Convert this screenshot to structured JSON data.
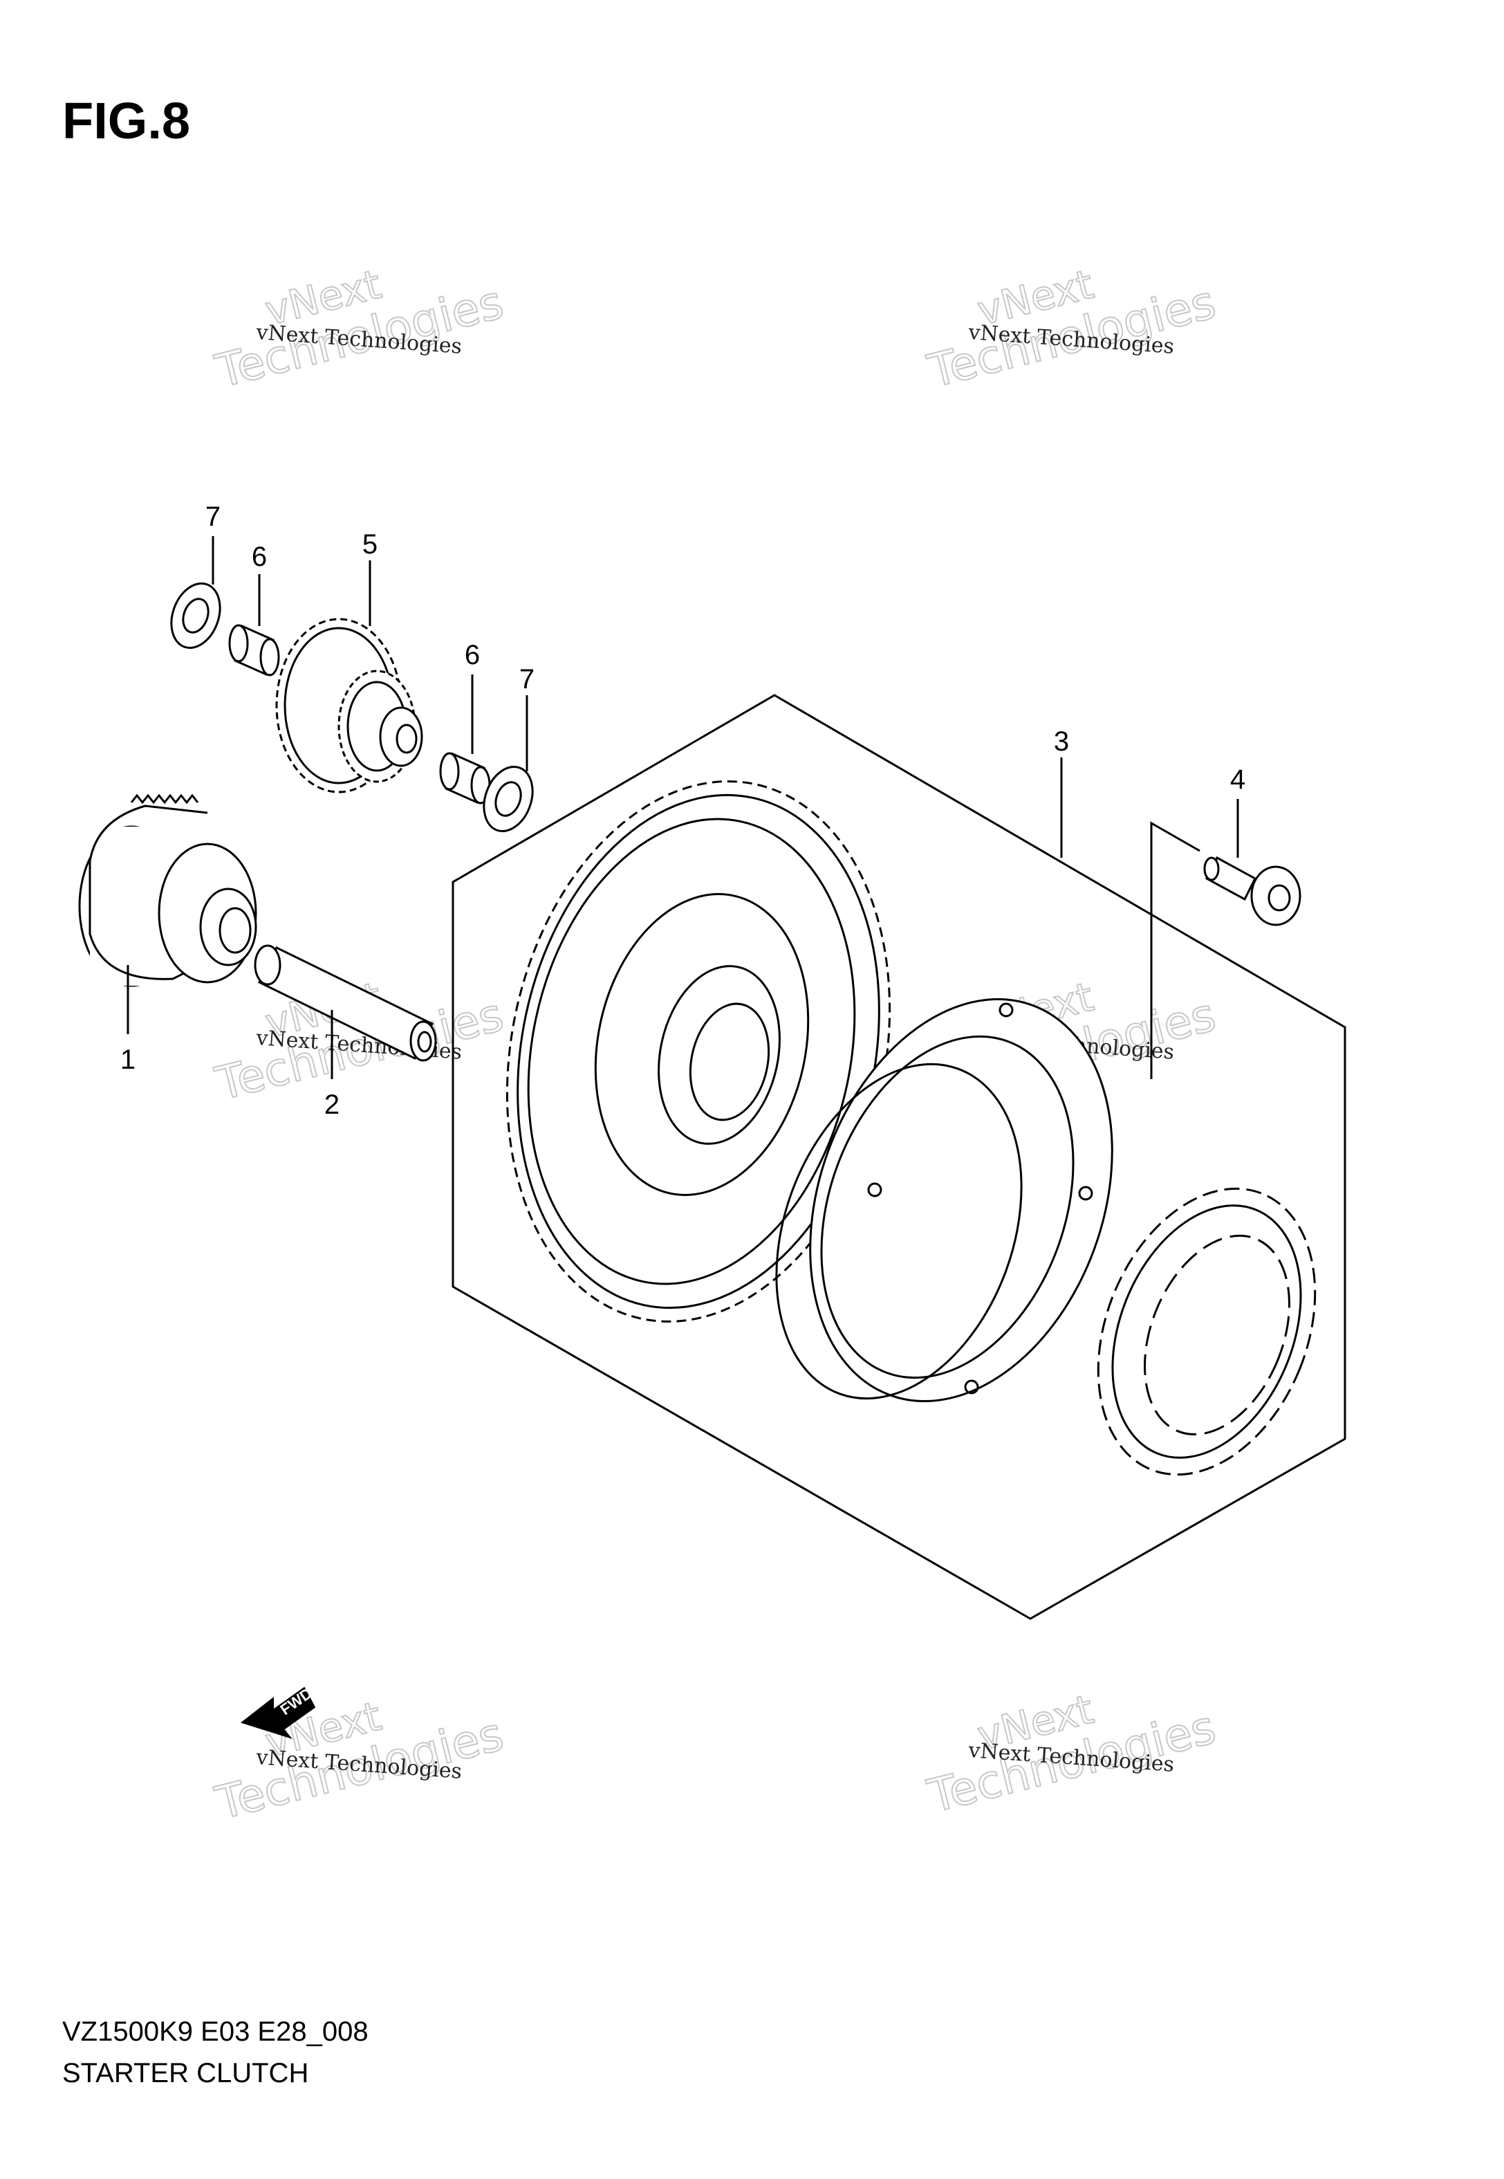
{
  "figure": {
    "title": "FIG.8",
    "code": "VZ1500K9 E03 E28_008",
    "name": "STARTER CLUTCH"
  },
  "watermark": {
    "line1": "vNext Technologies",
    "line2a": "vNext",
    "line2b": "Technologies"
  },
  "fwd_label": "FWD",
  "callouts": {
    "p1": "1",
    "p2": "2",
    "p3": "3",
    "p4": "4",
    "p5": "5",
    "p6a": "6",
    "p6b": "6",
    "p7a": "7",
    "p7b": "7"
  }
}
